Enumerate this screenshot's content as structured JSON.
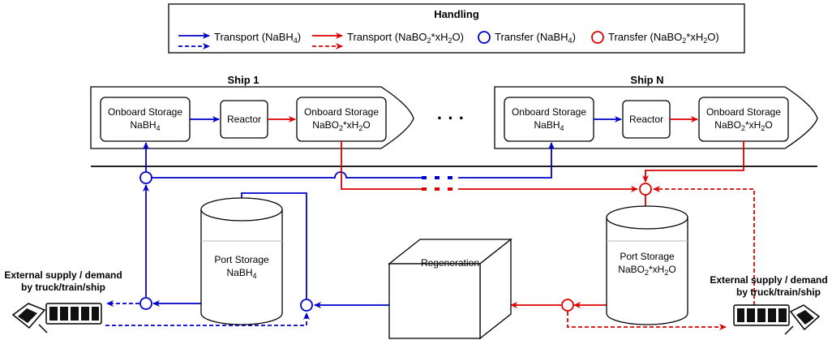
{
  "legend": {
    "title": "Handling",
    "transport_nabh4": [
      "Transport (NaBH",
      "4",
      ")"
    ],
    "transport_nabo2": [
      "Transport (NaBO",
      "2",
      "*xH",
      "2",
      "O)"
    ],
    "transfer_nabh4": [
      "Transfer (NaBH",
      "4",
      ")"
    ],
    "transfer_nabo2": [
      "Transfer (NaBO",
      "2",
      "*xH",
      "2",
      "O)"
    ]
  },
  "ships": [
    {
      "title": "Ship 1",
      "storage_a": {
        "line1": "Onboard Storage",
        "line2": [
          "NaBH",
          "4",
          ""
        ]
      },
      "reactor": "Reactor",
      "storage_b": {
        "line1": "Onboard Storage",
        "line2": [
          "NaBO",
          "2",
          "*xH",
          "2",
          "O"
        ]
      }
    },
    {
      "title": "Ship N",
      "storage_a": {
        "line1": "Onboard Storage",
        "line2": [
          "NaBH",
          "4",
          ""
        ]
      },
      "reactor": "Reactor",
      "storage_b": {
        "line1": "Onboard Storage",
        "line2": [
          "NaBO",
          "2",
          "*xH",
          "2",
          "O"
        ]
      }
    }
  ],
  "between_ships": "· · ·",
  "port_storage_nabh4": {
    "line1": "Port Storage",
    "line2": [
      "NaBH",
      "4",
      ""
    ]
  },
  "regeneration": "Regeneration",
  "port_storage_nabo2": {
    "line1": "Port Storage",
    "line2": [
      "NaBO",
      "2",
      "*xH",
      "2",
      "O"
    ]
  },
  "external_left": {
    "line1": "External supply / demand",
    "line2": "by truck/train/ship"
  },
  "external_right": {
    "line1": "External supply / demand",
    "line2": "by truck/train/ship"
  },
  "colors": {
    "nabh4": "#0000cc",
    "nabo2": "#dd0000",
    "outline": "#000000"
  }
}
